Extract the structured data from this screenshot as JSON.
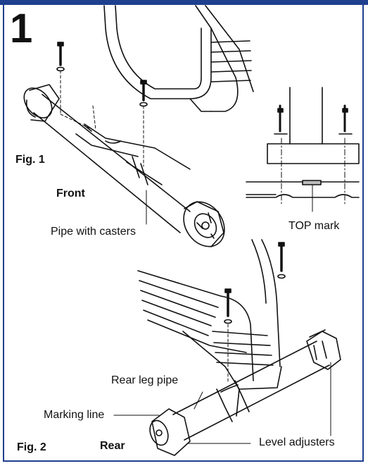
{
  "step_number": "1",
  "fig1": {
    "title": "Fig. 1",
    "front_label": "Front",
    "pipe_label": "Pipe with casters"
  },
  "detail": {
    "top_mark_label": "TOP mark"
  },
  "fig2": {
    "title": "Fig. 2",
    "rear_label": "Rear",
    "rear_leg_label": "Rear leg pipe",
    "marking_line_label": "Marking line",
    "level_adjusters_label": "Level adjusters"
  },
  "colors": {
    "frame": "#1f3f8f",
    "line": "#111111"
  }
}
